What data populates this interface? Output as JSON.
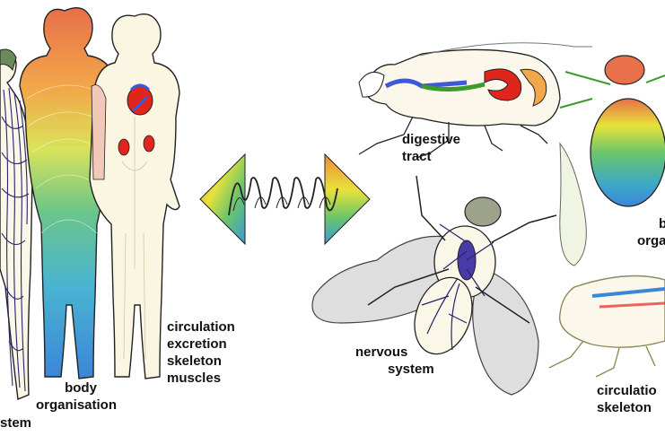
{
  "colors": {
    "outline": "#1a1a1a",
    "body_orange": "#e8704a",
    "body_blue": "#3c9ad8",
    "nerve_navy": "#27236b",
    "gut_red": "#e0261c",
    "gut_green": "#3c9a2e",
    "wing_gray": "#d9d9d9"
  },
  "labels": {
    "system_left": "stem",
    "body_organisation": [
      "body",
      "organisation"
    ],
    "human_systems": [
      "circulation",
      "excretion",
      "skeleton",
      "muscles"
    ],
    "digestive_tract": [
      "digestive",
      "tract"
    ],
    "nervous_system": [
      "nervous",
      "system"
    ],
    "fly_body_organisation": [
      "b",
      "orga"
    ],
    "fly_circulation": [
      "circulatio",
      "skeleton"
    ]
  },
  "icons": {
    "comparison_arrow": "double-headed-arrow-icon",
    "spring": "spring-coil-icon"
  }
}
